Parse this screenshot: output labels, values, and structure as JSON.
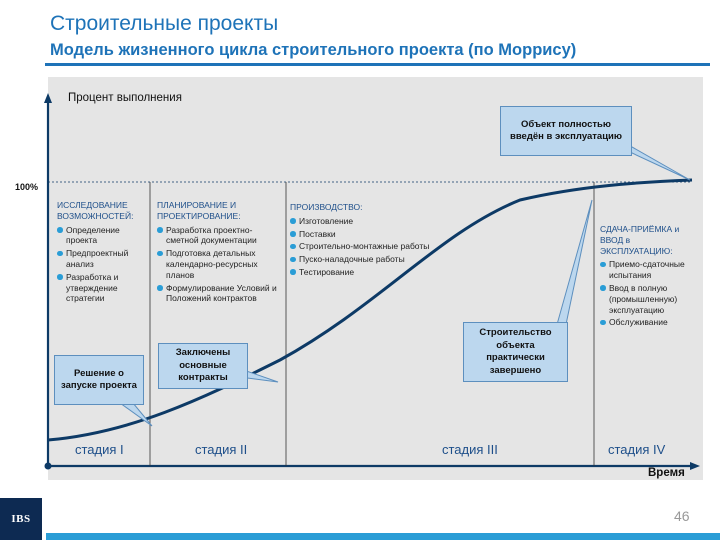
{
  "header": {
    "title": "Строительные проекты",
    "subtitle": "Модель жизненного цикла строительного проекта (по Моррису)"
  },
  "axes": {
    "y_label": "Процент выполнения",
    "y_mark": "100%",
    "x_label": "Время"
  },
  "stages": [
    "стадия I",
    "стадия II",
    "стадия III",
    "стадия IV"
  ],
  "columns": [
    {
      "head": "ИССЛЕДОВАНИЕ ВОЗМОЖНОСТЕЙ:",
      "items": [
        "Определение проекта",
        "Предпроектный анализ",
        "Разработка и утверждение стратегии"
      ]
    },
    {
      "head": "ПЛАНИРОВАНИЕ И ПРОЕКТИРОВАНИЕ:",
      "items": [
        "Разработка проектно-сметной документации",
        "Подготовка детальных календарно-ресурсных планов",
        "Формулирование Условий и Положений контрактов"
      ]
    },
    {
      "head": "ПРОИЗВОДСТВО:",
      "items": [
        "Изготовление",
        "Поставки",
        "Строительно-монтажные работы",
        "Пуско-наладочные работы",
        "Тестирование"
      ]
    },
    {
      "head": "СДАЧА-ПРИЁМКА и ВВОД в ЭКСПЛУАТАЦИЮ:",
      "items": [
        "Приемо-сдаточные испытания",
        "Ввод в полную (промышленную) эксплуатацию",
        "Обслуживание"
      ]
    }
  ],
  "callouts": {
    "decision": "Решение о запуске проекта",
    "contracts": "Заключены основные контракты",
    "construction": "Строительство объекта практически завершено",
    "commissioned": "Объект полностью введён в эксплуатацию"
  },
  "footer": {
    "logo": "IBS",
    "page": "46"
  },
  "colors": {
    "accent": "#1e73b8",
    "curve": "#0d3a66",
    "bullet": "#2a9dd6",
    "callout_fill": "#bcd7ee"
  }
}
